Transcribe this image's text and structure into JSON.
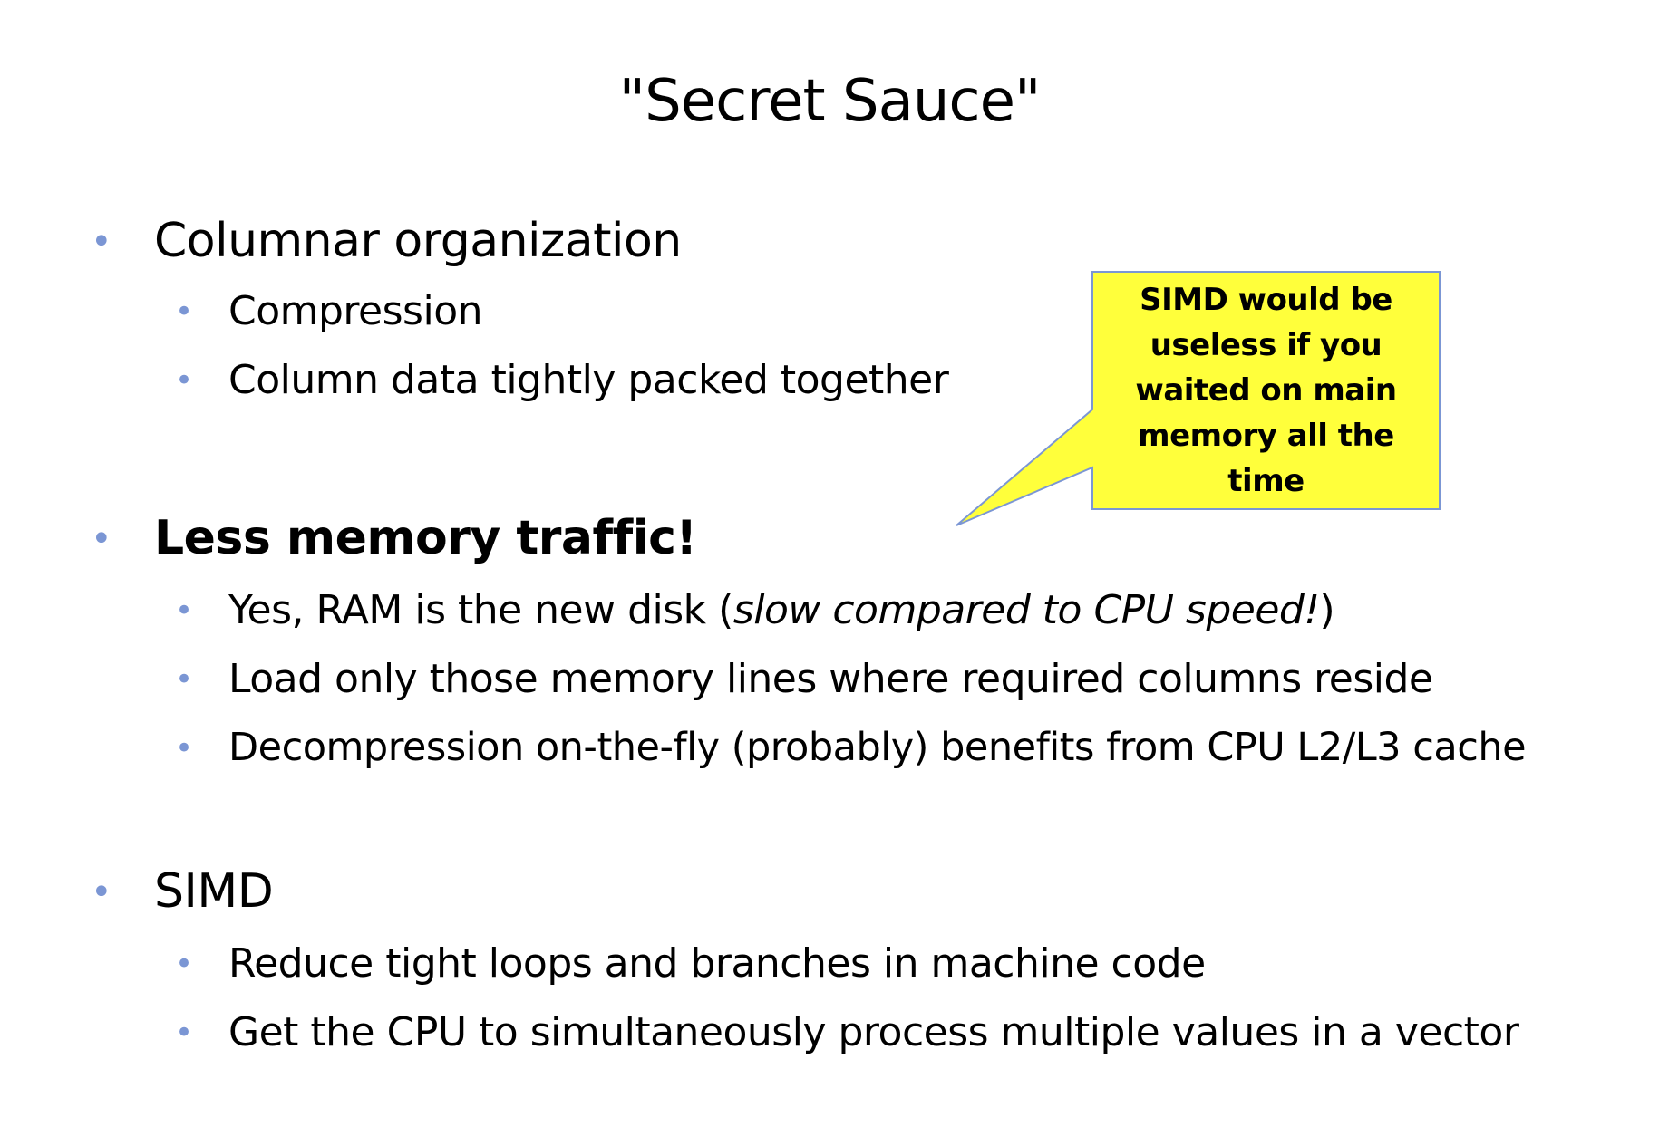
{
  "slide": {
    "title": "\"Secret Sauce\"",
    "sections": [
      {
        "heading": "Columnar organization",
        "items": [
          "Compression",
          "Column data tightly packed together"
        ]
      },
      {
        "heading": "Less memory traffic!",
        "items": [
          {
            "before": "Yes, RAM is the new disk (",
            "italic": "slow compared to CPU speed!",
            "after": ")"
          },
          "Load only those memory lines where required columns reside",
          "Decompression on-the-fly (probably) benefits from CPU L2/L3 cache"
        ]
      },
      {
        "heading": "SIMD",
        "items": [
          "Reduce tight loops and branches in machine code",
          "Get the CPU to simultaneously process multiple values in a vector"
        ]
      }
    ],
    "callout": {
      "lines": [
        "SIMD would be",
        "useless if you",
        "waited on main",
        "memory all the",
        "time"
      ],
      "fill_color": "#ffff3b",
      "border_color": "#7b96d4"
    },
    "bullet_color": "#7b96d4"
  }
}
